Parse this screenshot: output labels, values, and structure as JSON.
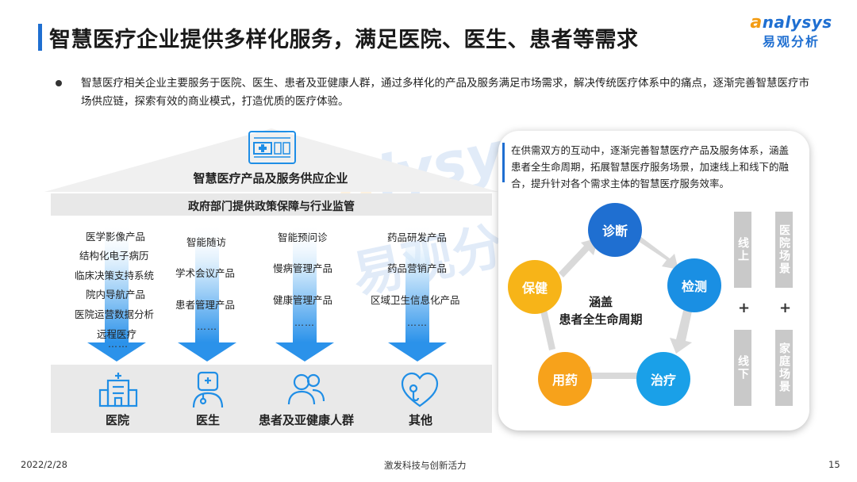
{
  "header": {
    "title": "智慧医疗企业提供多样化服务，满足医院、医生、患者等需求",
    "logo_en_accent": "a",
    "logo_en_rest": "nalysys",
    "logo_cn": "易观分析"
  },
  "intro": {
    "text": "智慧医疗相关企业主要服务于医院、医生、患者及亚健康人群，通过多样化的产品及服务满足市场需求，解决传统医疗体系中的痛点，逐渐完善智慧医疗市场供应链，探索有效的商业模式，打造优质的医疗体验。"
  },
  "house": {
    "supplier_label": "智慧医疗产品及服务供应企业",
    "gov_label": "政府部门提供政策保障与行业监管",
    "columns": [
      {
        "items": [
          "医学影像产品",
          "结构化电子病历",
          "临床决策支持系统",
          "院内导航产品",
          "医院运营数据分析",
          "远程医疗"
        ],
        "more": "……"
      },
      {
        "items": [
          "智能随访",
          "学术会议产品",
          "患者管理产品"
        ],
        "more": "……"
      },
      {
        "items": [
          "智能预问诊",
          "慢病管理产品",
          "健康管理产品"
        ],
        "more": "……"
      },
      {
        "items": [
          "药品研发产品",
          "药品营销产品",
          "区域卫生信息化产品"
        ],
        "more": "……"
      }
    ],
    "targets": [
      {
        "label": "医院",
        "icon": "hospital-icon"
      },
      {
        "label": "医生",
        "icon": "doctor-icon"
      },
      {
        "label": "患者及亚健康人群",
        "icon": "people-icon"
      },
      {
        "label": "其他",
        "icon": "stethoscope-heart-icon"
      }
    ]
  },
  "cycle": {
    "description": "在供需双方的互动中，逐渐完善智慧医疗产品及服务体系，涵盖患者全生命周期，拓展智慧医疗服务场景，加速线上和线下的融合，提升针对各个需求主体的智慧医疗服务效率。",
    "center_line1": "涵盖",
    "center_line2": "患者全生命周期",
    "stages": [
      {
        "label": "诊断",
        "color": "#1f6fd1"
      },
      {
        "label": "检测",
        "color": "#1a8fe3"
      },
      {
        "label": "治疗",
        "color": "#1aa0e8"
      },
      {
        "label": "用药",
        "color": "#f7a21b"
      },
      {
        "label": "保健",
        "color": "#f7b418"
      }
    ],
    "online_label": "线上",
    "offline_label": "线下",
    "hospital_scene": "医院场景",
    "home_scene": "家庭场景",
    "plus": "+"
  },
  "footer": {
    "date": "2022/2/28",
    "slogan": "激发科技与创新活力",
    "page": "15"
  },
  "colors": {
    "accent": "#1f6fd1",
    "orange": "#f7a21b",
    "arrow_blue": "#4aa8ee"
  }
}
